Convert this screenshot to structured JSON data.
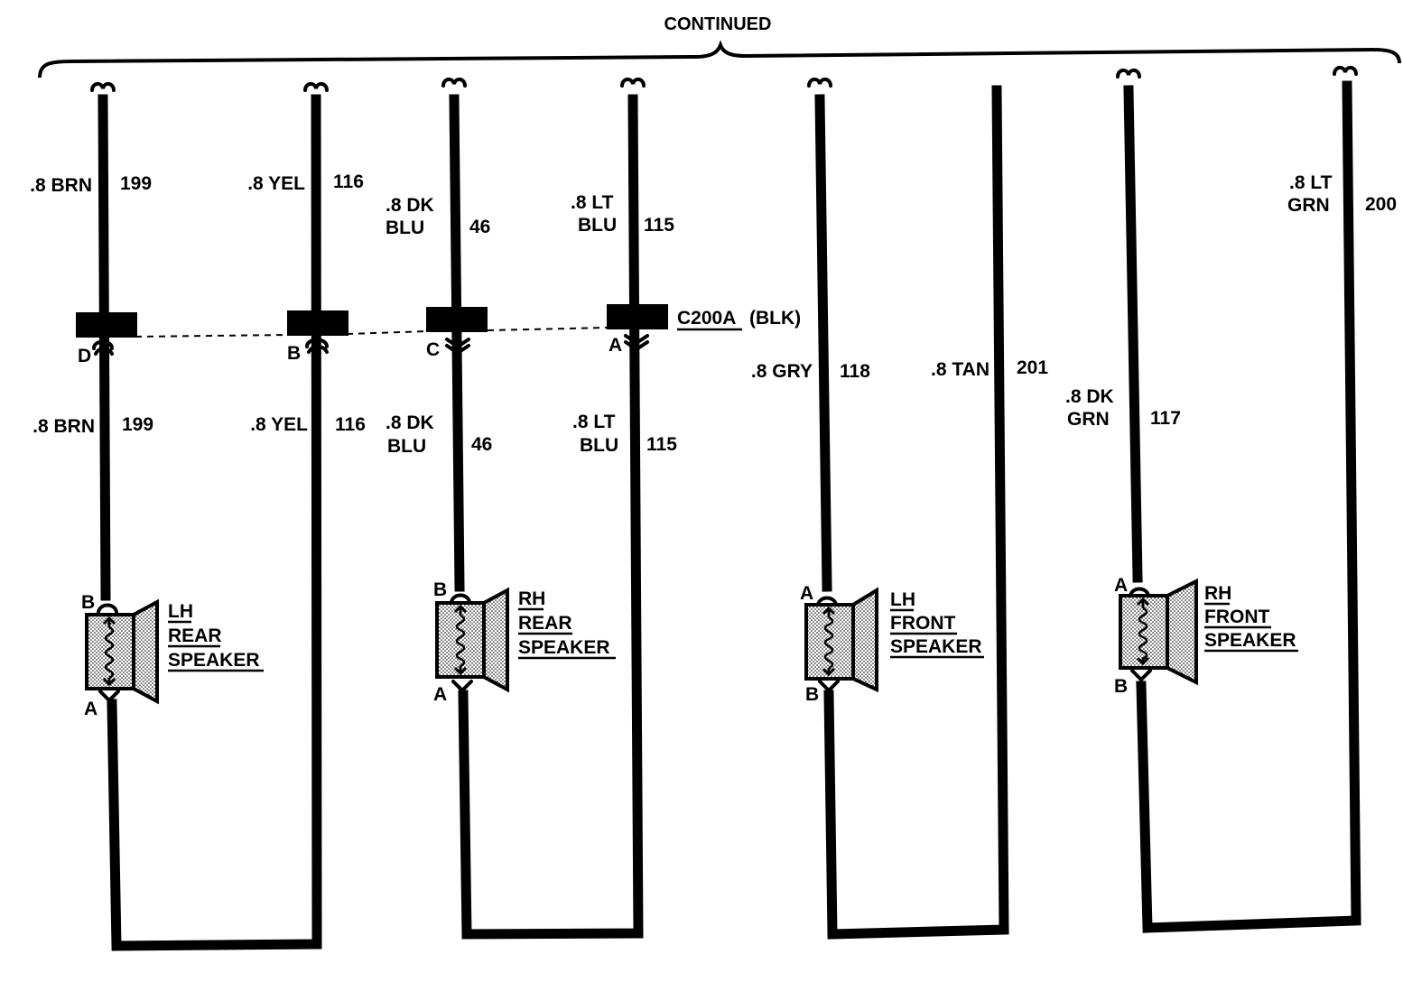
{
  "header": {
    "title": "CONTINUED"
  },
  "connector": {
    "name": "C200A",
    "color": "(BLK)"
  },
  "wires": [
    {
      "id": "199",
      "upper": [
        "",
        ".8 BRN"
      ],
      "lower": [
        "",
        ".8 BRN"
      ],
      "pin": "D"
    },
    {
      "id": "116",
      "upper": [
        "",
        ".8 YEL"
      ],
      "lower": [
        "",
        ".8 YEL"
      ],
      "pin": "B"
    },
    {
      "id": "46",
      "upper": [
        ".8 DK",
        "BLU"
      ],
      "lower": [
        ".8 DK",
        "BLU"
      ],
      "pin": "C"
    },
    {
      "id": "115",
      "upper": [
        ".8 LT",
        "BLU"
      ],
      "lower": [
        ".8 LT",
        "BLU"
      ],
      "pin": "A"
    },
    {
      "id": "118",
      "label": [
        "",
        ".8 GRY"
      ]
    },
    {
      "id": "201",
      "label": [
        "",
        ".8 TAN"
      ]
    },
    {
      "id": "117",
      "label": [
        ".8 DK",
        "GRN"
      ]
    },
    {
      "id": "200",
      "label": [
        ".8 LT",
        "GRN"
      ]
    }
  ],
  "speakers": [
    {
      "name": [
        "LH",
        "REAR",
        "SPEAKER"
      ],
      "top_pin": "B",
      "bottom_pin": "A"
    },
    {
      "name": [
        "RH",
        "REAR",
        "SPEAKER"
      ],
      "top_pin": "B",
      "bottom_pin": "A"
    },
    {
      "name": [
        "LH",
        "FRONT",
        "SPEAKER"
      ],
      "top_pin": "A",
      "bottom_pin": "B"
    },
    {
      "name": [
        "RH",
        "FRONT",
        "SPEAKER"
      ],
      "top_pin": "A",
      "bottom_pin": "B"
    }
  ],
  "colors": {
    "ink": "#000000",
    "paper": "#ffffff"
  }
}
